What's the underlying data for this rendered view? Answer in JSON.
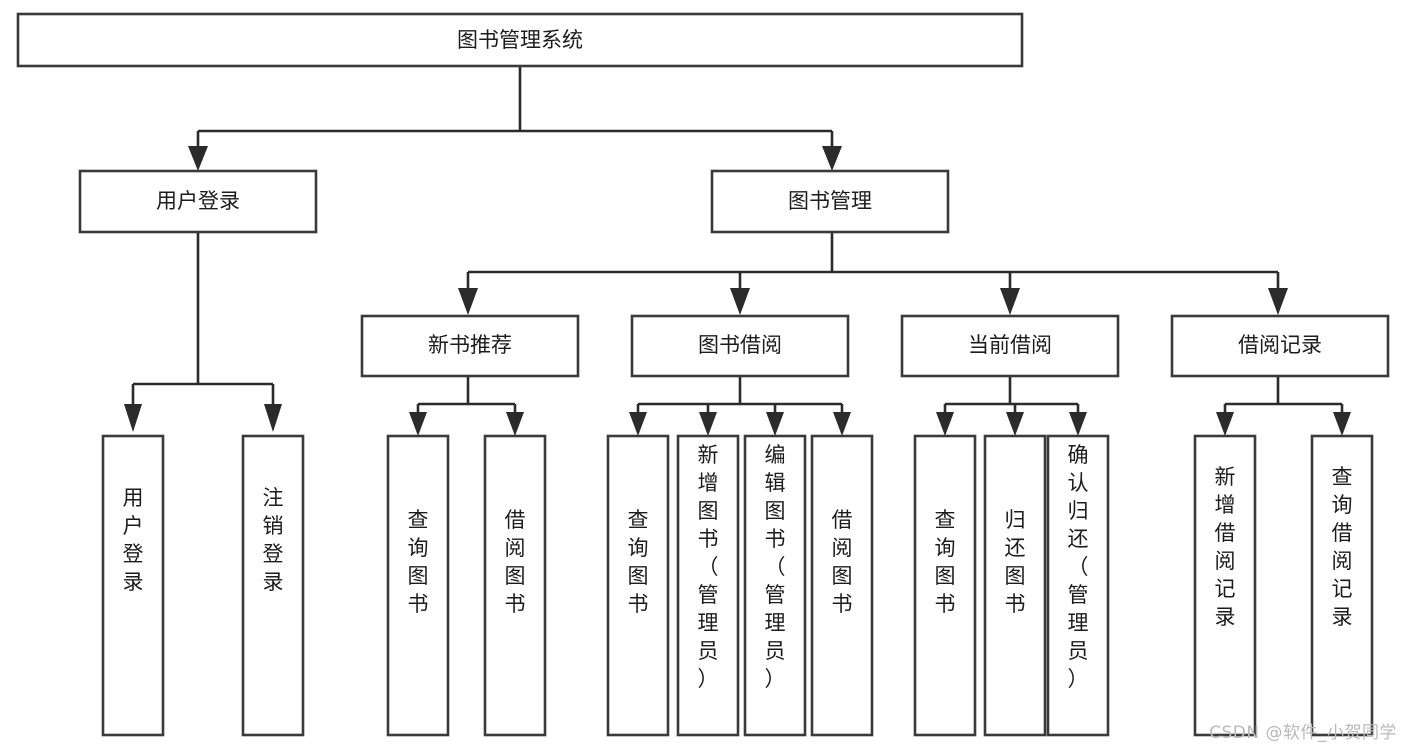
{
  "diagram": {
    "title": "图书管理系统",
    "type": "tree",
    "watermark": "CSDN @软件_小贺同学",
    "colors": {
      "box_stroke": "#3a3a3a",
      "connector": "#2b2b2b",
      "background": "#ffffff",
      "text": "#1c1c1c",
      "watermark": "#b9b9b9"
    },
    "levels": [
      {
        "level": 1,
        "nodes": [
          {
            "id": "root",
            "label": "图书管理系统",
            "orientation": "horizontal"
          }
        ]
      },
      {
        "level": 2,
        "nodes": [
          {
            "id": "user-login",
            "label": "用户登录",
            "orientation": "horizontal",
            "parent": "root"
          },
          {
            "id": "book-manage",
            "label": "图书管理",
            "orientation": "horizontal",
            "parent": "root"
          }
        ]
      },
      {
        "level": 3,
        "nodes": [
          {
            "id": "new-book-rec",
            "label": "新书推荐",
            "orientation": "horizontal",
            "parent": "book-manage"
          },
          {
            "id": "book-borrow",
            "label": "图书借阅",
            "orientation": "horizontal",
            "parent": "book-manage"
          },
          {
            "id": "current-borrow",
            "label": "当前借阅",
            "orientation": "horizontal",
            "parent": "book-manage"
          },
          {
            "id": "borrow-record",
            "label": "借阅记录",
            "orientation": "horizontal",
            "parent": "book-manage"
          }
        ]
      },
      {
        "level": 4,
        "nodes": [
          {
            "id": "leaf-user-login",
            "label": "用户登录",
            "orientation": "vertical",
            "parent": "user-login"
          },
          {
            "id": "leaf-user-logout",
            "label": "注销登录",
            "orientation": "vertical",
            "parent": "user-login"
          },
          {
            "id": "leaf-query-book-1",
            "label": "查询图书",
            "orientation": "vertical",
            "parent": "new-book-rec"
          },
          {
            "id": "leaf-borrow-book-1",
            "label": "借阅图书",
            "orientation": "vertical",
            "parent": "new-book-rec"
          },
          {
            "id": "leaf-query-book-2",
            "label": "查询图书",
            "orientation": "vertical",
            "parent": "book-borrow"
          },
          {
            "id": "leaf-add-book",
            "label": "新增图书（管理员）",
            "orientation": "vertical",
            "parent": "book-borrow"
          },
          {
            "id": "leaf-edit-book",
            "label": "编辑图书（管理员）",
            "orientation": "vertical",
            "parent": "book-borrow"
          },
          {
            "id": "leaf-borrow-book-2",
            "label": "借阅图书",
            "orientation": "vertical",
            "parent": "book-borrow"
          },
          {
            "id": "leaf-query-book-3",
            "label": "查询图书",
            "orientation": "vertical",
            "parent": "current-borrow"
          },
          {
            "id": "leaf-return-book",
            "label": "归还图书",
            "orientation": "vertical",
            "parent": "current-borrow"
          },
          {
            "id": "leaf-confirm-return",
            "label": "确认归还（管理员）",
            "orientation": "vertical",
            "parent": "current-borrow"
          },
          {
            "id": "leaf-add-record",
            "label": "新增借阅记录",
            "orientation": "vertical",
            "parent": "borrow-record"
          },
          {
            "id": "leaf-query-record",
            "label": "查询借阅记录",
            "orientation": "vertical",
            "parent": "borrow-record"
          }
        ]
      }
    ]
  }
}
